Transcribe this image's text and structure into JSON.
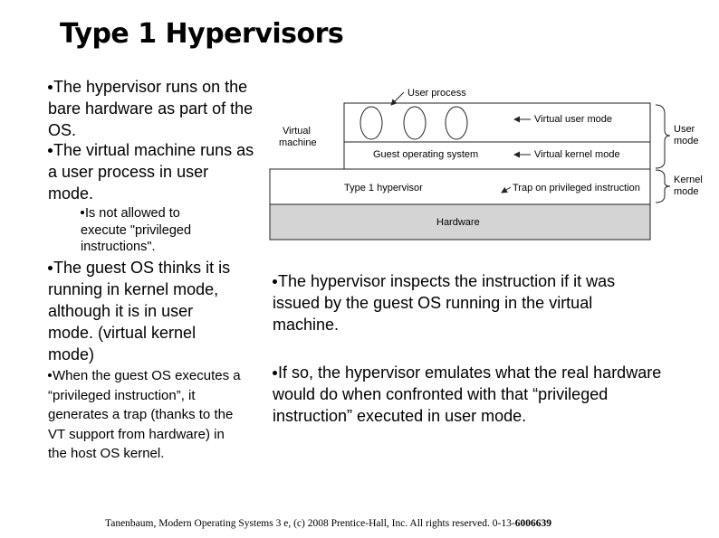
{
  "slide": {
    "title": "Type 1 Hypervisors",
    "left_column": [
      {
        "level": 1,
        "text": "The hypervisor runs on the bare hardware  as part of the OS."
      },
      {
        "level": 1,
        "text": "The virtual machine runs as a user process in user mode."
      },
      {
        "level": 2,
        "text": "Is not allowed to execute \"privileged instructions\"."
      },
      {
        "level": 1,
        "text": "The guest OS thinks it is running in kernel mode, although it is in user mode. (virtual kernel mode)"
      },
      {
        "level": 2,
        "text": "When the guest OS executes a “privileged instruction”, it generates a trap (thanks to the VT support from hardware) in the host OS kernel."
      }
    ],
    "right_column": [
      {
        "text": "The hypervisor inspects the instruction if it was issued by the guest OS running in the virtual machine."
      },
      {
        "text": "If so, the hypervisor emulates what the real hardware would do when confronted with that “privileged instruction” executed in user mode."
      }
    ],
    "footer": {
      "text": "Tanenbaum, Modern Operating Systems 3 e, (c) 2008 Prentice-Hall, Inc. All rights reserved. 0-13-",
      "isbn_tail": "6006639"
    }
  },
  "diagram": {
    "labels": {
      "user_process": "User process",
      "virtual_machine_line1": "Virtual",
      "virtual_machine_line2": "machine",
      "guest_os": "Guest operating system",
      "virtual_user_mode": "Virtual user mode",
      "virtual_kernel_mode": "Virtual kernel mode",
      "type1_hypervisor": "Type 1 hypervisor",
      "trap": "Trap on privileged instruction",
      "user_mode_line1": "User",
      "user_mode_line2": "mode",
      "kernel_mode_line1": "Kernel",
      "kernel_mode_line2": "mode",
      "hardware": "Hardware"
    },
    "colors": {
      "hardware_fill": "#d4d4d4",
      "stroke": "#222222"
    }
  }
}
